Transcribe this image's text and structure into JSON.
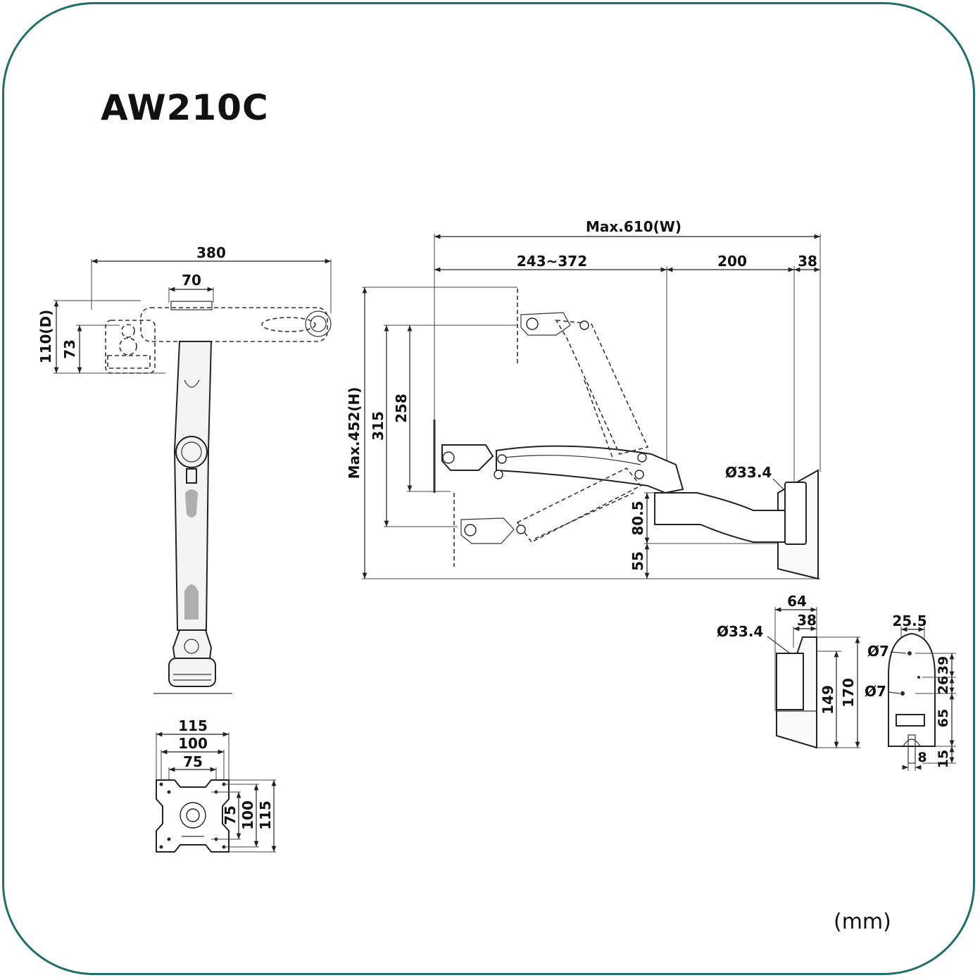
{
  "title": "AW210C",
  "unit_label": "(mm)",
  "top_view": {
    "width": "380",
    "arm_width": "70",
    "depth": "110(D)",
    "depth_inner": "73"
  },
  "vesa": {
    "top_115": "115",
    "top_100": "100",
    "top_75": "75",
    "side_75": "75",
    "side_100": "100",
    "side_115": "115"
  },
  "side_view": {
    "max_width": "Max.610(W)",
    "reach": "243~372",
    "arm_200": "200",
    "mount_38": "38",
    "max_height": "Max.452(H)",
    "travel_315": "315",
    "travel_258": "258",
    "pole_dia": "Ø33.4",
    "offset_80_5": "80.5",
    "offset_55": "55"
  },
  "wall_mount": {
    "width_64": "64",
    "width_38": "38",
    "pole_dia": "Ø33.4",
    "h_149": "149",
    "h_170": "170"
  },
  "back_plate": {
    "width_25_5": "25.5",
    "hole_top": "Ø7",
    "hole_mid": "Ø7",
    "d_39": "39",
    "d_26": "26",
    "d_65": "65",
    "d_15": "15",
    "d_8": "8"
  }
}
